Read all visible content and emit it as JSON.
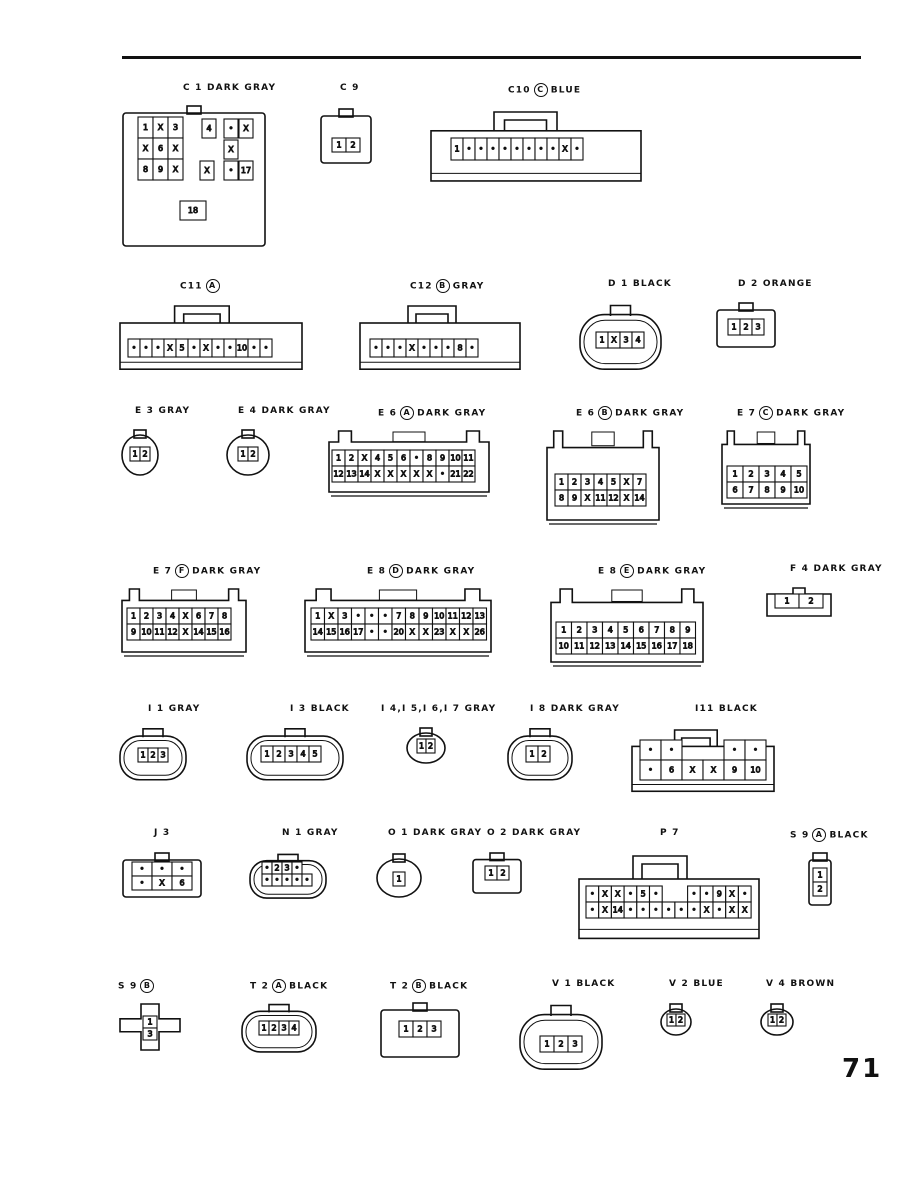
{
  "page_number": "71",
  "connectors": [
    {
      "key": "c1",
      "code": "C 1",
      "circle": "",
      "color": "DARK GRAY",
      "rows": [
        [
          "1",
          "X",
          "3"
        ],
        [
          "X",
          "6",
          "X"
        ],
        [
          "8",
          "9",
          "X"
        ]
      ],
      "extra": [
        "4",
        "X",
        "X",
        "17",
        "18"
      ]
    },
    {
      "key": "c9",
      "code": "C 9",
      "circle": "",
      "color": "",
      "rows": [
        [
          "1",
          "2"
        ]
      ]
    },
    {
      "key": "c10",
      "code": "C10",
      "circle": "C",
      "color": "BLUE",
      "rows": [
        [
          "1",
          "•",
          "•",
          "•",
          "•",
          "•",
          "•",
          "•",
          "•",
          "X",
          "•"
        ]
      ]
    },
    {
      "key": "c11",
      "code": "C11",
      "circle": "A",
      "color": "",
      "rows": [
        [
          "•",
          "•",
          "•",
          "X",
          "5",
          "•",
          "X",
          "•",
          "•",
          "10",
          "•",
          "•"
        ]
      ]
    },
    {
      "key": "c12",
      "code": "C12",
      "circle": "B",
      "color": "GRAY",
      "rows": [
        [
          "•",
          "•",
          "•",
          "X",
          "•",
          "•",
          "•",
          "8",
          "•"
        ]
      ]
    },
    {
      "key": "d1",
      "code": "D 1",
      "circle": "",
      "color": "BLACK",
      "rows": [
        [
          "1",
          "X",
          "3",
          "4"
        ]
      ]
    },
    {
      "key": "d2",
      "code": "D 2",
      "circle": "",
      "color": "ORANGE",
      "rows": [
        [
          "1",
          "2",
          "3"
        ]
      ]
    },
    {
      "key": "e3",
      "code": "E 3",
      "circle": "",
      "color": "GRAY",
      "rows": [
        [
          "1",
          "2"
        ]
      ]
    },
    {
      "key": "e4",
      "code": "E 4",
      "circle": "",
      "color": "DARK GRAY",
      "rows": [
        [
          "1",
          "2"
        ]
      ]
    },
    {
      "key": "e6a",
      "code": "E 6",
      "circle": "A",
      "color": "DARK GRAY",
      "rows": [
        [
          "1",
          "2",
          "X",
          "4",
          "5",
          "6",
          "•",
          "8",
          "9",
          "10",
          "11"
        ],
        [
          "12",
          "13",
          "14",
          "X",
          "X",
          "X",
          "X",
          "X",
          "•",
          "21",
          "22"
        ]
      ]
    },
    {
      "key": "e6b",
      "code": "E 6",
      "circle": "B",
      "color": "DARK GRAY",
      "rows": [
        [
          "1",
          "2",
          "3",
          "4",
          "5",
          "X",
          "7"
        ],
        [
          "8",
          "9",
          "X",
          "11",
          "12",
          "X",
          "14"
        ]
      ]
    },
    {
      "key": "e7c",
      "code": "E 7",
      "circle": "C",
      "color": "DARK GRAY",
      "rows": [
        [
          "1",
          "2",
          "3",
          "4",
          "5"
        ],
        [
          "6",
          "7",
          "8",
          "9",
          "10"
        ]
      ]
    },
    {
      "key": "e7f",
      "code": "E 7",
      "circle": "F",
      "color": "DARK GRAY",
      "rows": [
        [
          "1",
          "2",
          "3",
          "4",
          "X",
          "6",
          "7",
          "8"
        ],
        [
          "9",
          "10",
          "11",
          "12",
          "X",
          "14",
          "15",
          "16"
        ]
      ]
    },
    {
      "key": "e8d",
      "code": "E 8",
      "circle": "D",
      "color": "DARK GRAY",
      "rows": [
        [
          "1",
          "X",
          "3",
          "•",
          "•",
          "•",
          "7",
          "8",
          "9",
          "10",
          "11",
          "12",
          "13"
        ],
        [
          "14",
          "15",
          "16",
          "17",
          "•",
          "•",
          "20",
          "X",
          "X",
          "23",
          "X",
          "X",
          "26"
        ]
      ]
    },
    {
      "key": "e8e",
      "code": "E 8",
      "circle": "E",
      "color": "DARK GRAY",
      "rows": [
        [
          "1",
          "2",
          "3",
          "4",
          "5",
          "6",
          "7",
          "8",
          "9"
        ],
        [
          "10",
          "11",
          "12",
          "13",
          "14",
          "15",
          "16",
          "17",
          "18"
        ]
      ]
    },
    {
      "key": "f4",
      "code": "F 4",
      "circle": "",
      "color": "DARK GRAY",
      "rows": [
        [
          "1",
          "2"
        ]
      ]
    },
    {
      "key": "i1",
      "code": "I 1",
      "circle": "",
      "color": "GRAY",
      "rows": [
        [
          "1",
          "2",
          "3"
        ]
      ]
    },
    {
      "key": "i3",
      "code": "I 3",
      "circle": "",
      "color": "BLACK",
      "rows": [
        [
          "1",
          "2",
          "3",
          "4",
          "5"
        ]
      ]
    },
    {
      "key": "i4",
      "code": "I 4,I 5,I 6,I 7",
      "circle": "",
      "color": "GRAY",
      "rows": [
        [
          "1",
          "2"
        ]
      ]
    },
    {
      "key": "i8",
      "code": "I 8",
      "circle": "",
      "color": "DARK GRAY",
      "rows": [
        [
          "1",
          "2"
        ]
      ]
    },
    {
      "key": "i11",
      "code": "I11",
      "circle": "",
      "color": "BLACK",
      "rows": [
        [
          "•",
          "•",
          "",
          "",
          "•",
          "•"
        ],
        [
          "•",
          "6",
          "X",
          "X",
          "9",
          "10"
        ]
      ]
    },
    {
      "key": "j3",
      "code": "J 3",
      "circle": "",
      "color": "",
      "rows": [
        [
          "•",
          "•",
          "•"
        ],
        [
          "•",
          "X",
          "6"
        ]
      ]
    },
    {
      "key": "n1",
      "code": "N 1",
      "circle": "",
      "color": "GRAY",
      "rows": [
        [
          "•",
          "2",
          "3",
          "•"
        ],
        [
          "•",
          "•",
          "•",
          "•",
          "•"
        ]
      ]
    },
    {
      "key": "o1",
      "code": "O 1",
      "circle": "",
      "color": "DARK GRAY",
      "rows": [
        [
          "1"
        ]
      ]
    },
    {
      "key": "o2",
      "code": "O 2",
      "circle": "",
      "color": "DARK GRAY",
      "rows": [
        [
          "1",
          "2"
        ]
      ]
    },
    {
      "key": "p7",
      "code": "P 7",
      "circle": "",
      "color": "",
      "rows": [
        [
          "•",
          "X",
          "X",
          "•",
          "5",
          "•",
          "",
          "",
          "•",
          "•",
          "9",
          "X",
          "•"
        ],
        [
          "•",
          "X",
          "14",
          "•",
          "•",
          "•",
          "•",
          "•",
          "•",
          "X",
          "•",
          "X",
          "X"
        ]
      ]
    },
    {
      "key": "s9a",
      "code": "S 9",
      "circle": "A",
      "color": "BLACK",
      "rows": [
        [
          "1"
        ],
        [
          "2"
        ]
      ]
    },
    {
      "key": "s9b",
      "code": "S 9",
      "circle": "B",
      "color": "",
      "rows": [
        [
          "1"
        ],
        [
          "3"
        ]
      ]
    },
    {
      "key": "t2a",
      "code": "T 2",
      "circle": "A",
      "color": "BLACK",
      "rows": [
        [
          "1",
          "2",
          "3",
          "4"
        ]
      ]
    },
    {
      "key": "t2b",
      "code": "T 2",
      "circle": "B",
      "color": "BLACK",
      "rows": [
        [
          "1",
          "2",
          "3"
        ]
      ]
    },
    {
      "key": "v1",
      "code": "V 1",
      "circle": "",
      "color": "BLACK",
      "rows": [
        [
          "1",
          "2",
          "3"
        ]
      ]
    },
    {
      "key": "v2",
      "code": "V 2",
      "circle": "",
      "color": "BLUE",
      "rows": [
        [
          "1",
          "2"
        ]
      ]
    },
    {
      "key": "v4",
      "code": "V 4",
      "circle": "",
      "color": "BROWN",
      "rows": [
        [
          "1",
          "2"
        ]
      ]
    }
  ]
}
